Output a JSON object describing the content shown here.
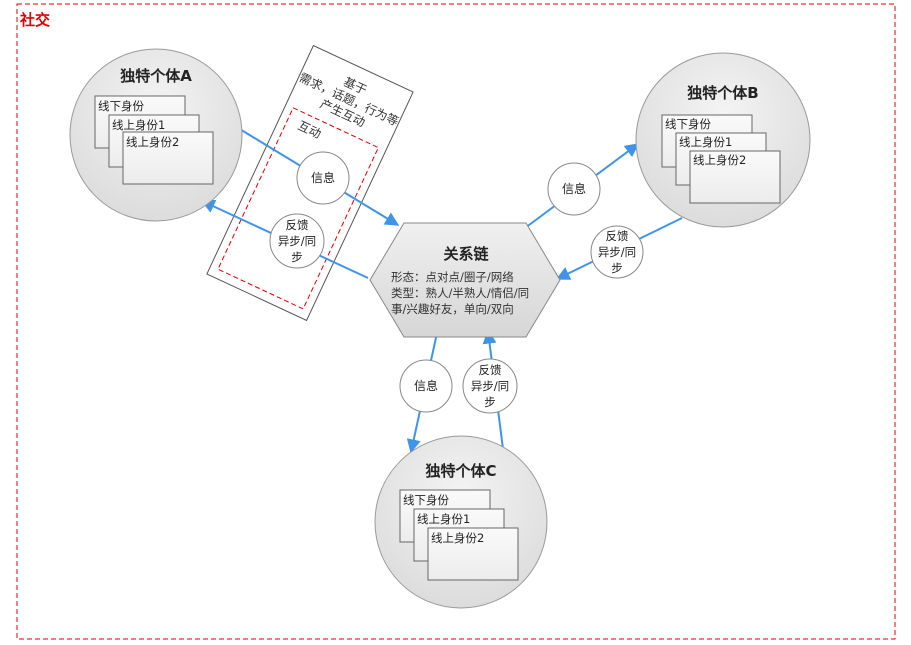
{
  "frame": {
    "title": "社交",
    "border_color": "#e00000"
  },
  "individual_a": {
    "title": "独特个体A",
    "cards": [
      "线下身份",
      "线上身份1",
      "线上身份2"
    ]
  },
  "individual_b": {
    "title": "独特个体B",
    "cards": [
      "线下身份",
      "线上身份1",
      "线上身份2"
    ]
  },
  "individual_c": {
    "title": "独特个体C",
    "cards": [
      "线下身份",
      "线上身份1",
      "线上身份2"
    ]
  },
  "relation_chain": {
    "title": "关系链",
    "lines": [
      "形态：点对点/圈子/网络",
      "类型：熟人/半熟人/情侣/同",
      "事/兴趣好友，单向/双向"
    ]
  },
  "interaction_note": {
    "lines": [
      "基于",
      "需求，话题，行为等",
      "产生互动"
    ],
    "inner_label": "互动"
  },
  "bubbles": {
    "info": "信息",
    "feedback": [
      "反馈",
      "异步/同",
      "步"
    ]
  },
  "colors": {
    "arrow": "#3f94e8",
    "accent": "#e00000",
    "circle_fill": "#e6e6e6",
    "hexagon_fill": "#e4e4e4"
  }
}
